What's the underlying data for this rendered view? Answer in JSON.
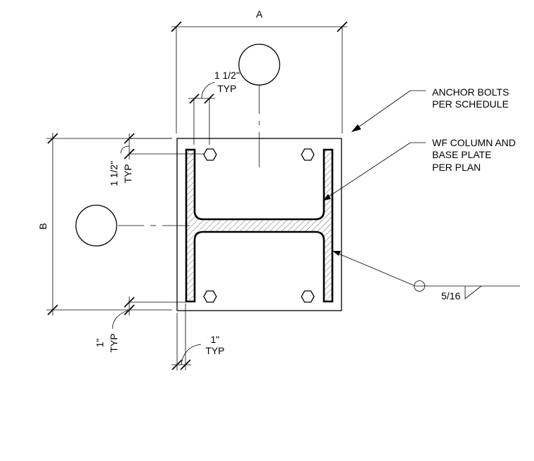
{
  "dimensions": {
    "width_label": "A",
    "height_label": "B",
    "bolt_edge_top": [
      "1 1/2\"",
      "TYP"
    ],
    "bolt_edge_left": [
      "1 1/2\"",
      "TYP"
    ],
    "plate_edge_bottom": [
      "1\"",
      "TYP"
    ],
    "plate_edge_left": [
      "1\"",
      "TYP"
    ]
  },
  "notes": {
    "anchor_bolts": [
      "ANCHOR BOLTS",
      "PER SCHEDULE"
    ],
    "column": [
      "WF COLUMN AND",
      "BASE PLATE",
      "PER PLAN"
    ]
  },
  "weld": {
    "size": "5/16"
  }
}
